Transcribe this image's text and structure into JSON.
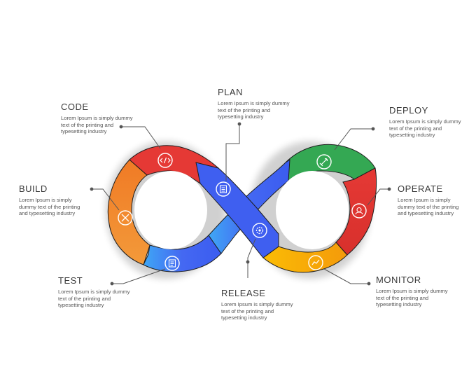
{
  "stages": [
    {
      "id": "code",
      "title": "CODE",
      "description": "Lorem Ipsum is simply dummy text of the printing and typesetting industry",
      "icon": "code-icon"
    },
    {
      "id": "plan",
      "title": "PLAN",
      "description": "Lorem Ipsum is simply dummy text of the printing and typesetting industry",
      "icon": "plan-board-icon"
    },
    {
      "id": "deploy",
      "title": "DEPLOY",
      "description": "Lorem Ipsum is simply dummy text of the printing and typesetting industry",
      "icon": "rocket-icon"
    },
    {
      "id": "build",
      "title": "BUILD",
      "description": "Lorem Ipsum is simply dummy text of the printing and typesetting industry",
      "icon": "tools-icon"
    },
    {
      "id": "operate",
      "title": "OPERATE",
      "description": "Lorem Ipsum is simply dummy text of the printing and typesetting industry",
      "icon": "operator-icon"
    },
    {
      "id": "test",
      "title": "TEST",
      "description": "Lorem Ipsum is simply dummy text of the printing and typesetting industry",
      "icon": "checklist-icon"
    },
    {
      "id": "release",
      "title": "RELEASE",
      "description": "Lorem Ipsum is simply dummy text of the printing and typesetting industry",
      "icon": "gear-icon"
    },
    {
      "id": "monitor",
      "title": "MONITOR",
      "description": "Lorem Ipsum is simply dummy text of the printing and typesetting industry",
      "icon": "monitor-chart-icon"
    }
  ],
  "colors": {
    "red": "#e53935",
    "orange": "#f08a2a",
    "blue": "#3f62f0",
    "light_blue": "#3fa7f5",
    "green": "#34a853",
    "yellow": "#fbbc05",
    "connector": "#555555"
  }
}
